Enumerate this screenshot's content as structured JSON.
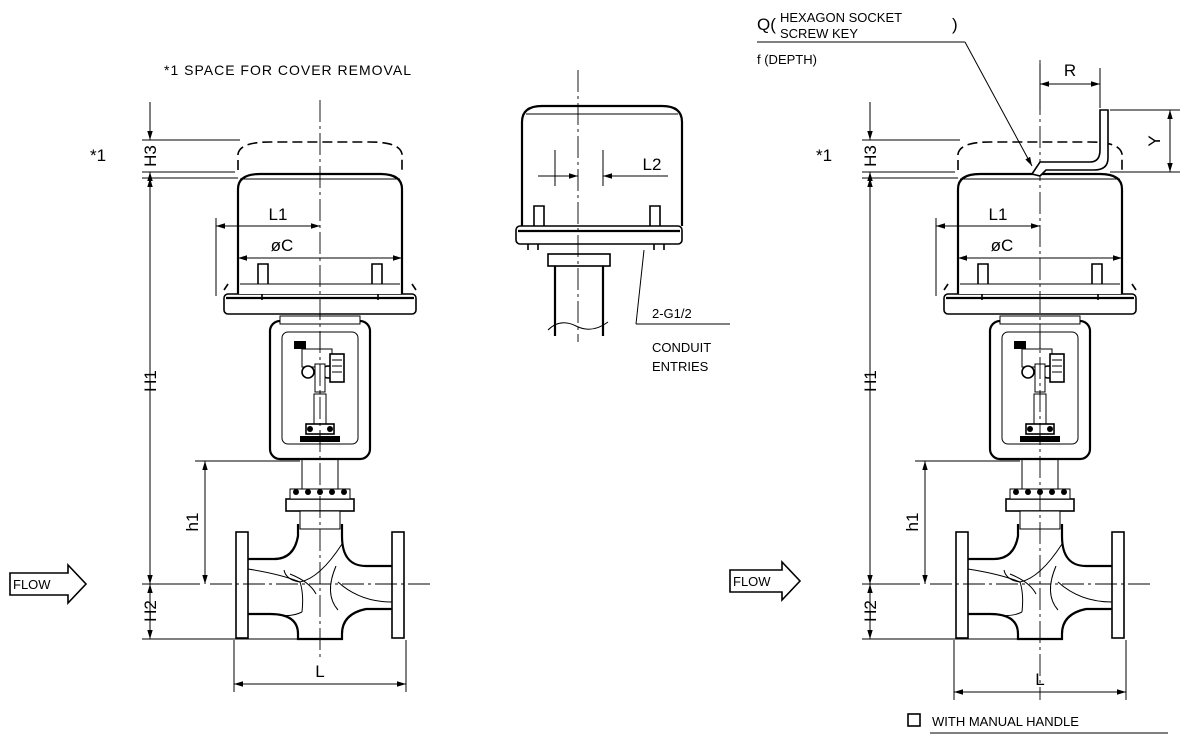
{
  "notes": {
    "cover_space": "*1   SPACE FOR COVER REMOVAL",
    "star1": "*1"
  },
  "dimensions": {
    "h3": "H3",
    "h1": "H1",
    "h1_lower": "h1",
    "h2": "H2",
    "l": "L",
    "l1": "L1",
    "l2": "L2",
    "dia_c": "øC",
    "r": "R",
    "y": "Y"
  },
  "callouts": {
    "conduit_size": "2-G1/2",
    "conduit_line1": "CONDUIT",
    "conduit_line2": "ENTRIES",
    "q_prefix": "Q(",
    "hexagon_line1": "HEXAGON SOCKET",
    "hexagon_line2": "SCREW KEY",
    "q_suffix": ")",
    "depth": "f (DEPTH)"
  },
  "flow_label": "FLOW",
  "legend": {
    "manual_handle": "WITH MANUAL HANDLE"
  }
}
